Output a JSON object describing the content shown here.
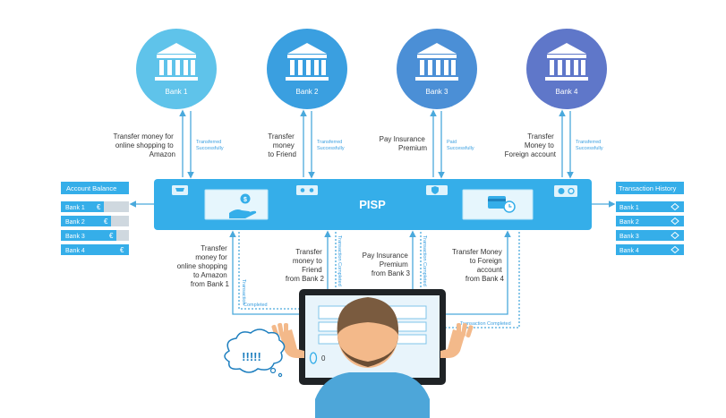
{
  "colors": {
    "bank1": "#5fc3ea",
    "bank2": "#3a9fe0",
    "bank3": "#4b8fd6",
    "bank4": "#5f77c9",
    "pisp_bar": "#35aee9",
    "pisp_panel": "#e6f6fd",
    "arrow": "#4aa9dc",
    "list_blue": "#35aee9",
    "list_grey": "#cfd8df",
    "text_dark": "#333333",
    "text_blue": "#3a9fe0",
    "skin": "#f3b98a",
    "hair": "#7a5b3f",
    "shirt": "#4da6d9"
  },
  "banks": [
    {
      "label": "Bank 1"
    },
    {
      "label": "Bank 2"
    },
    {
      "label": "Bank 3"
    },
    {
      "label": "Bank 4"
    }
  ],
  "upper_actions": [
    {
      "lines": [
        "Transfer money for",
        "online shopping to",
        "Amazon"
      ]
    },
    {
      "lines": [
        "Transfer",
        "money",
        "to Friend"
      ]
    },
    {
      "lines": [
        "Pay Insurance",
        "Premium"
      ]
    },
    {
      "lines": [
        "Transfer",
        "Money to",
        "Foreign account"
      ]
    }
  ],
  "upper_status": [
    {
      "lines": [
        "Transferred",
        "Successfully"
      ]
    },
    {
      "lines": [
        "Transferred",
        "Successfully"
      ]
    },
    {
      "lines": [
        "Paid",
        "Successfully"
      ]
    },
    {
      "lines": [
        "Transferred",
        "Successfully"
      ]
    }
  ],
  "pisp": {
    "label": "PISP"
  },
  "account_balance": {
    "title": "Account Balance",
    "currency_symbol": "€",
    "items": [
      {
        "label": "Bank 1"
      },
      {
        "label": "Bank 2"
      },
      {
        "label": "Bank 3"
      },
      {
        "label": "Bank 4"
      }
    ]
  },
  "transaction_history": {
    "title": "Transaction History",
    "items": [
      {
        "label": "Bank 1"
      },
      {
        "label": "Bank 2"
      },
      {
        "label": "Bank 3"
      },
      {
        "label": "Bank 4"
      }
    ]
  },
  "lower_requests": [
    {
      "lines": [
        "Transfer",
        "money for",
        "online shopping",
        "to Amazon",
        "from Bank 1"
      ]
    },
    {
      "lines": [
        "Transfer",
        "money to",
        "Friend",
        "from Bank 2"
      ]
    },
    {
      "lines": [
        "Pay Insurance",
        "Premium",
        "from Bank 3"
      ]
    },
    {
      "lines": [
        "Transfer Money",
        "to Foreign",
        "account",
        "from Bank 4"
      ]
    }
  ],
  "completed_labels": {
    "vertical": "Transaction Completed",
    "split_top": "Transaction",
    "split_bottom": "Completed"
  },
  "screen": {
    "digit": "0"
  },
  "thought_bubble": {
    "text": "!!!!!"
  }
}
